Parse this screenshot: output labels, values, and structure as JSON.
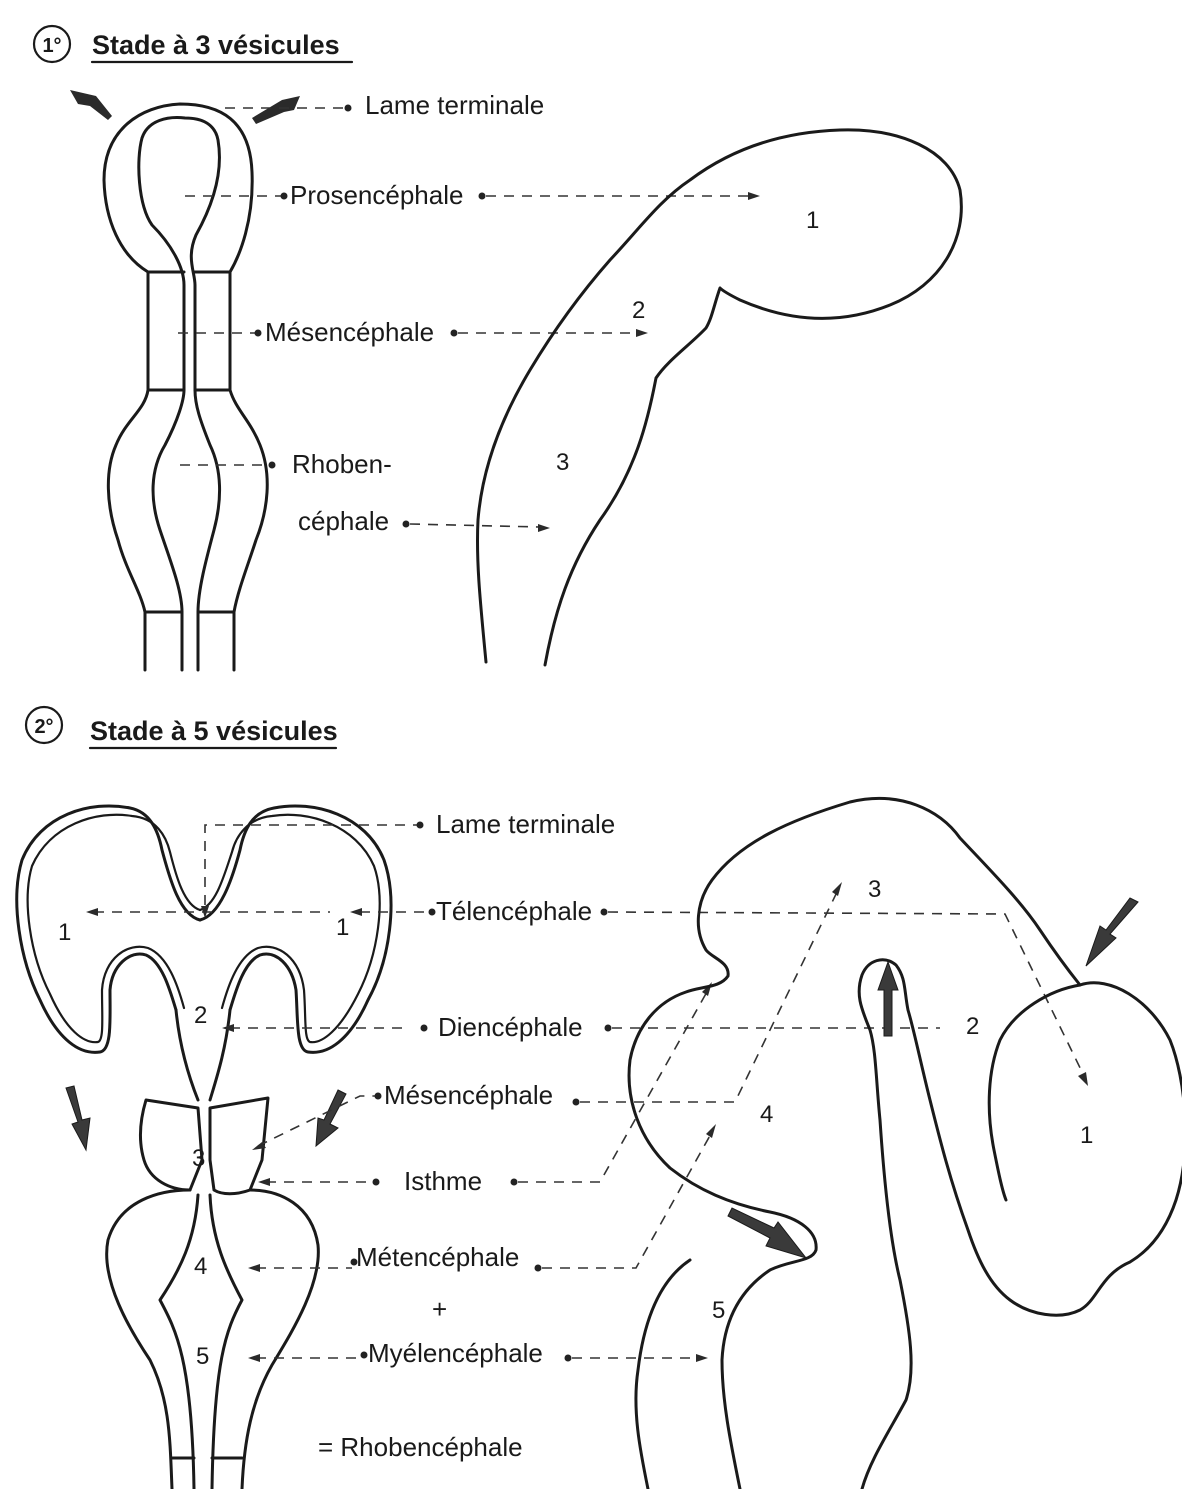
{
  "stage1": {
    "badge": "1°",
    "title": "Stade à 3 vésicules",
    "labels": {
      "lame_terminale": "Lame terminale",
      "prosencephale": "Prosencéphale",
      "mesencephale": "Mésencéphale",
      "rhombencephale_line1": "Rhoben-",
      "rhombencephale_line2": "céphale"
    },
    "numbers": {
      "n1": "1",
      "n2": "2",
      "n3": "3"
    }
  },
  "stage2": {
    "badge": "2°",
    "title": "Stade à 5 vésicules",
    "labels": {
      "lame_terminale": "Lame terminale",
      "telencephale": "Télencéphale",
      "diencephale": "Diencéphale",
      "mesencephale": "Mésencéphale",
      "isthme": "Isthme",
      "metencephale": "Métencéphale",
      "plus": "+",
      "myelencephale": "Myélencéphale",
      "rhombencephale": "= Rhobencéphale"
    },
    "left_numbers": {
      "n1a": "1",
      "n1b": "1",
      "n2": "2",
      "n3": "3",
      "n4": "4",
      "n5": "5"
    },
    "right_numbers": {
      "n1": "1",
      "n2": "2",
      "n3": "3",
      "n4": "4",
      "n5": "5"
    }
  },
  "colors": {
    "ink": "#1a1a1a",
    "background": "#ffffff"
  }
}
